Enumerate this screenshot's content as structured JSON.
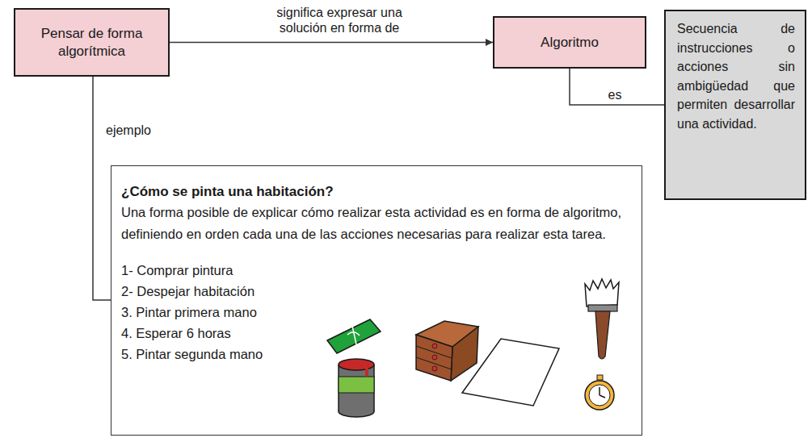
{
  "diagram": {
    "nodes": [
      {
        "text": [
          "Pensar de forma algorítmica"
        ]
      },
      {
        "text": [
          "Algoritmo"
        ]
      },
      {
        "text": [
          "Secuencia de instrucciones o acciones sin ambigüedad que permiten desarrollar una actividad."
        ]
      },
      {
        "text": [
          "¿Cómo se pinta una habitación?",
          "Una forma posible de explicar cómo realizar esta actividad es en forma de algoritmo, definiendo en orden cada una de las acciones necesarias para realizar esta tarea.",
          "1- Comprar pintura",
          "2- Despejar habitación",
          "3. Pintar primera mano",
          "4. Esperar 6 horas",
          "5. Pintar segunda mano"
        ]
      }
    ],
    "edges": [
      {
        "from": 0,
        "to": 1,
        "label": "significa expresar una solución en forma de",
        "arrow": "to"
      },
      {
        "from": 1,
        "to": 2,
        "label": "es",
        "arrow": "none"
      },
      {
        "from": 0,
        "to": 3,
        "label": "ejemplo",
        "arrow": "none"
      }
    ]
  }
}
